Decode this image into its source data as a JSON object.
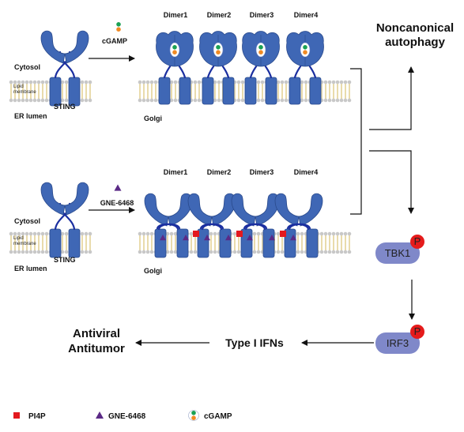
{
  "labels": {
    "cytosol": "Cytosol",
    "lipid_line1": "Lipid",
    "lipid_line2": "membrane",
    "sting": "STING",
    "er_lumen": "ER lumen",
    "golgi": "Golgi",
    "cgamp": "cGAMP",
    "gne": "GNE-6468",
    "dimers": [
      "Dimer1",
      "Dimer2",
      "Dimer3",
      "Dimer4"
    ],
    "noncanonical_line1": "Noncanonical",
    "noncanonical_line2": "autophagy",
    "tbk1": "TBK1",
    "irf3": "IRF3",
    "phospho": "P",
    "type1": "Type I IFNs",
    "antiviral": "Antiviral",
    "antitumor": "Antitumor"
  },
  "legend": {
    "pi4p": "PI4P",
    "gne": "GNE-6468",
    "cgamp": "cGAMP"
  },
  "colors": {
    "protein_fill": "#3f67b5",
    "protein_stroke": "#2a4a8c",
    "linker": "#1b2fa0",
    "lipid_head": "#c8c8c8",
    "lipid_tail": "#e0cc8a",
    "kinase": "#7f88c9",
    "phospho": "#e51b1b",
    "pi4p": "#e3191e",
    "gne": "#5b2a86",
    "cgamp_top": "#1aa154",
    "cgamp_bottom": "#f08a24"
  }
}
